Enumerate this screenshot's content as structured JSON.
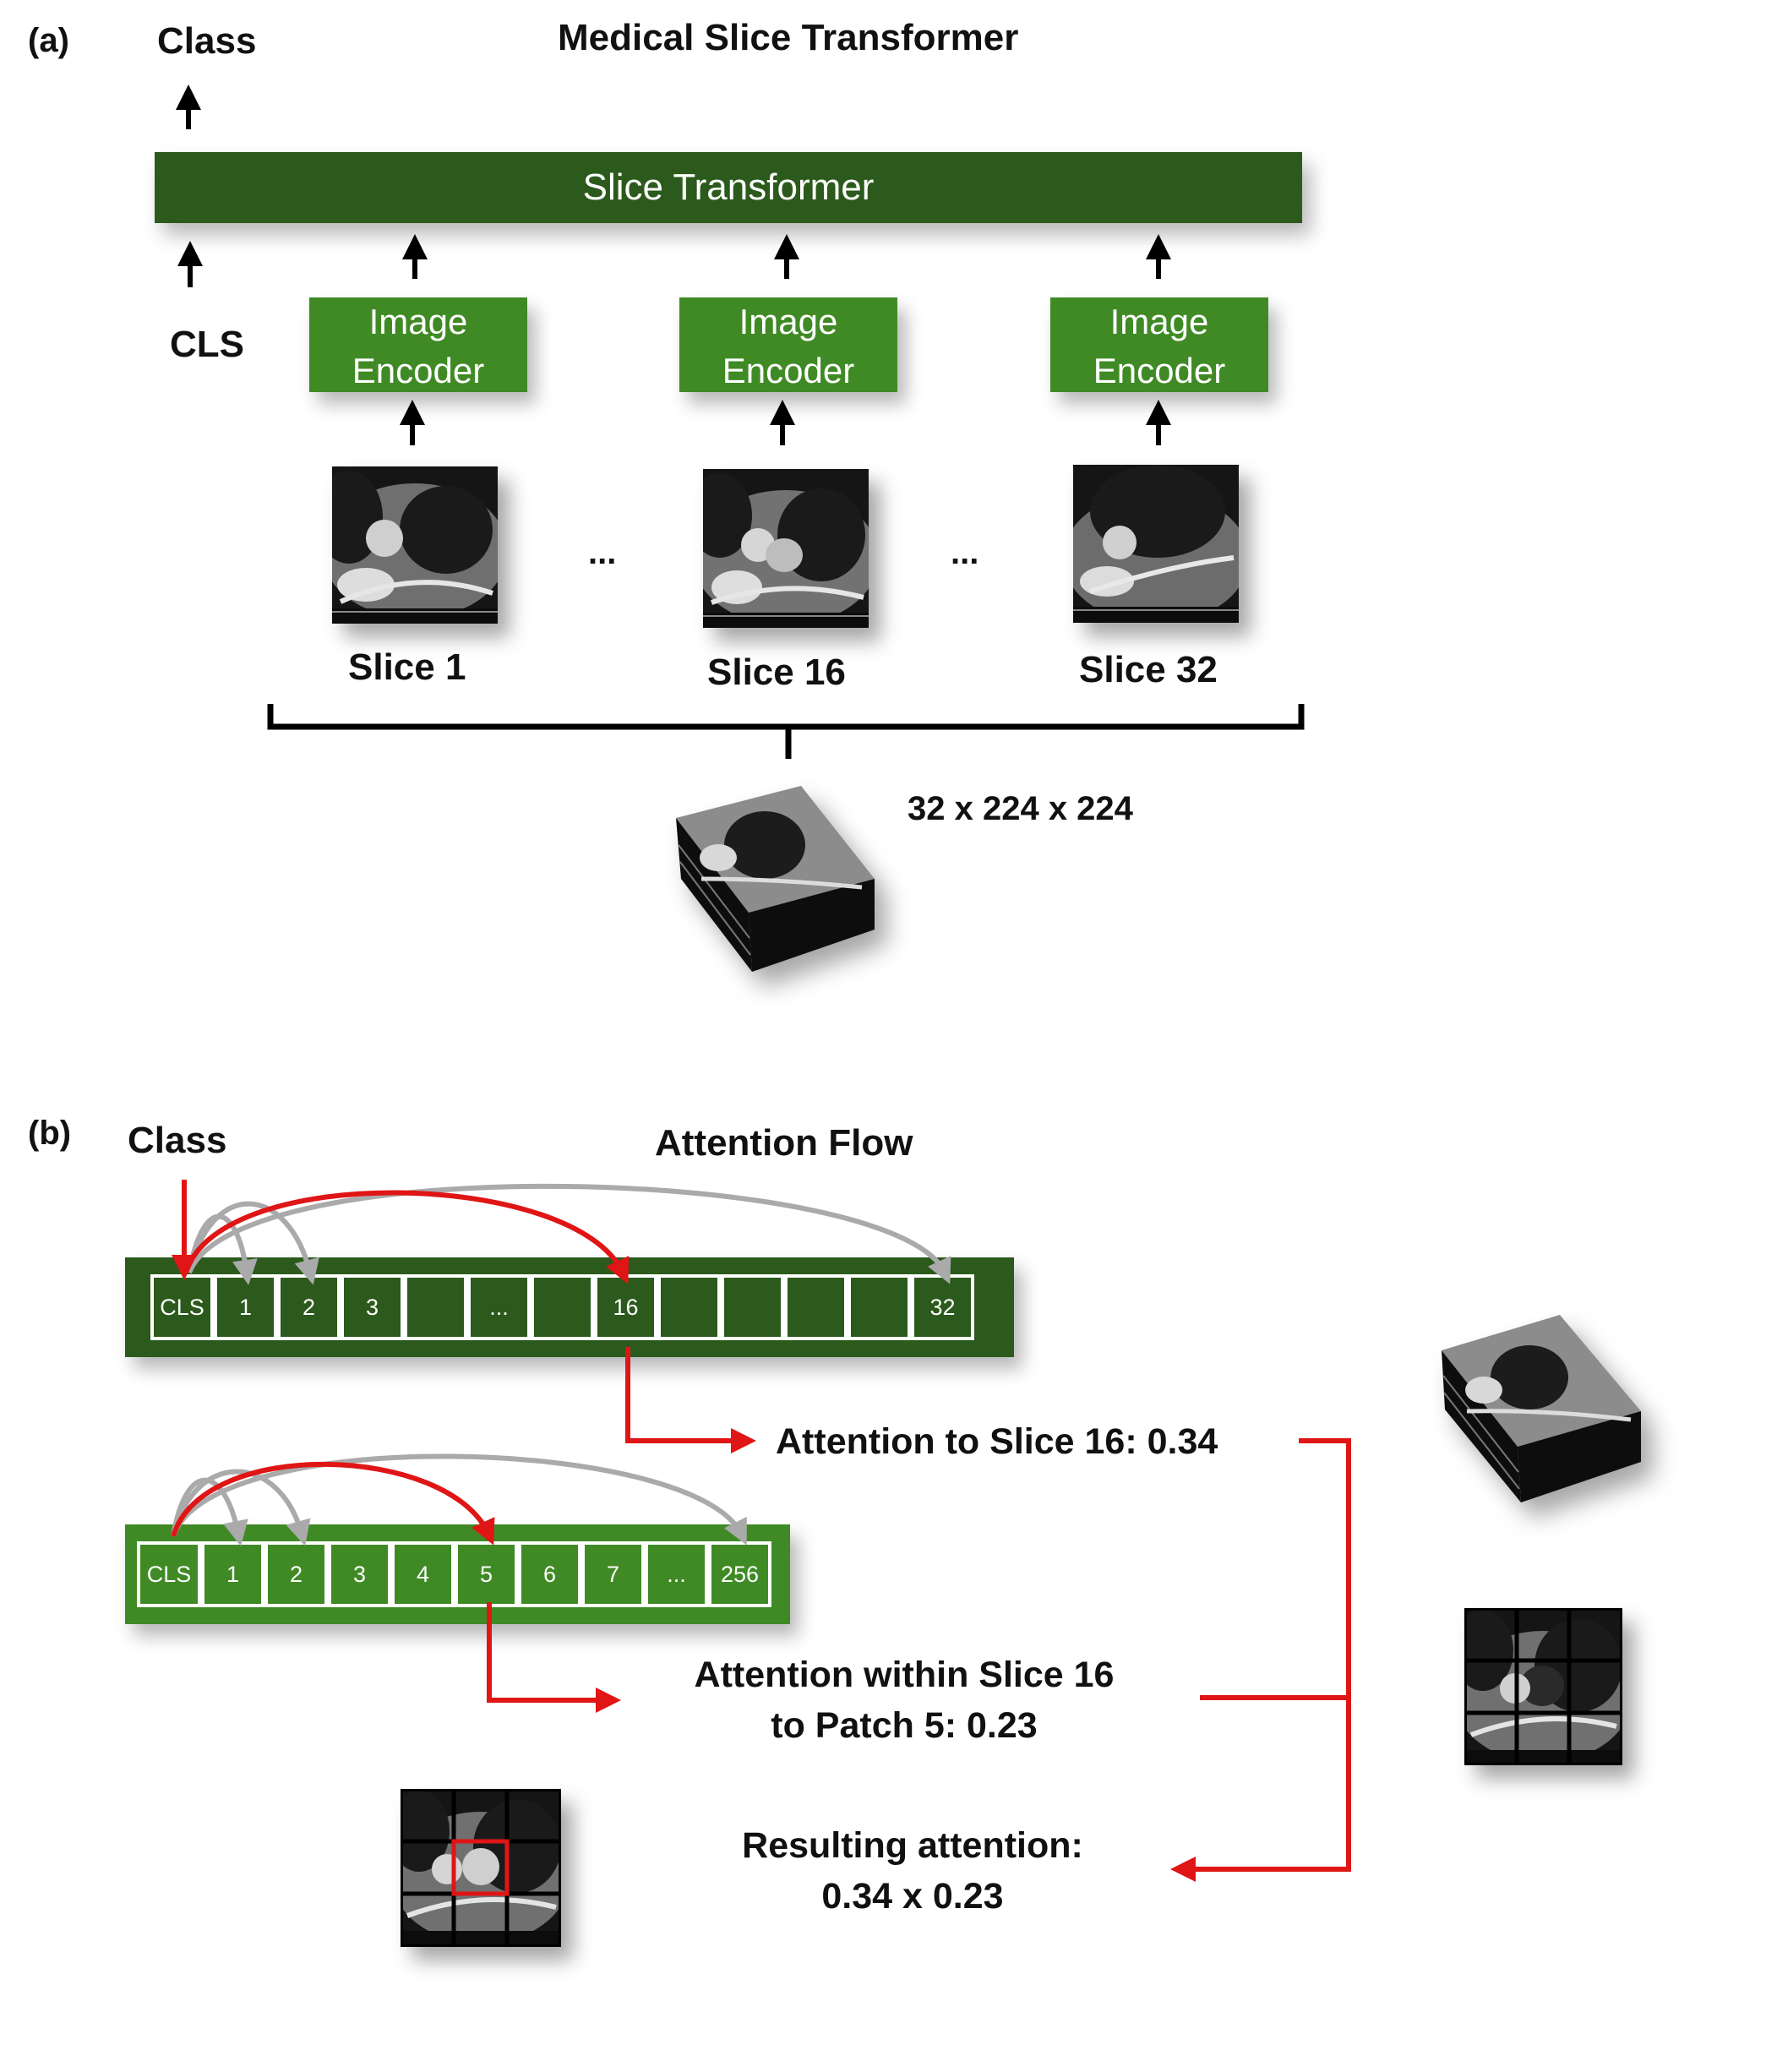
{
  "panel_a": {
    "label": "(a)",
    "title": "Medical Slice Transformer",
    "class_label": "Class",
    "cls_label": "CLS",
    "transformer_label": "Slice Transformer",
    "encoder_label": "Image Encoder",
    "slices": [
      {
        "name": "Slice 1"
      },
      {
        "name": "Slice 16"
      },
      {
        "name": "Slice 32"
      }
    ],
    "ellipsis": "...",
    "volume_dims": "32 x 224 x 224"
  },
  "panel_b": {
    "label": "(b)",
    "class_label": "Class",
    "title": "Attention Flow",
    "slice_tokens": [
      "CLS",
      "1",
      "2",
      "3",
      "",
      "...",
      "",
      "16",
      "",
      "",
      "",
      "",
      "32"
    ],
    "patch_tokens": [
      "CLS",
      "1",
      "2",
      "3",
      "4",
      "5",
      "6",
      "7",
      "...",
      "256"
    ],
    "slice_attention_note": "Attention to Slice 16: 0.34",
    "patch_attention_note": [
      "Attention within Slice 16",
      "to Patch 5: 0.23"
    ],
    "result_note": [
      "Resulting attention:",
      "0.34 x 0.23"
    ]
  },
  "colors": {
    "dark_green": "#2b5a1c",
    "mid_green": "#3f8a25",
    "attention_red": "#e01515",
    "attention_gray": "#aaaaaa"
  }
}
